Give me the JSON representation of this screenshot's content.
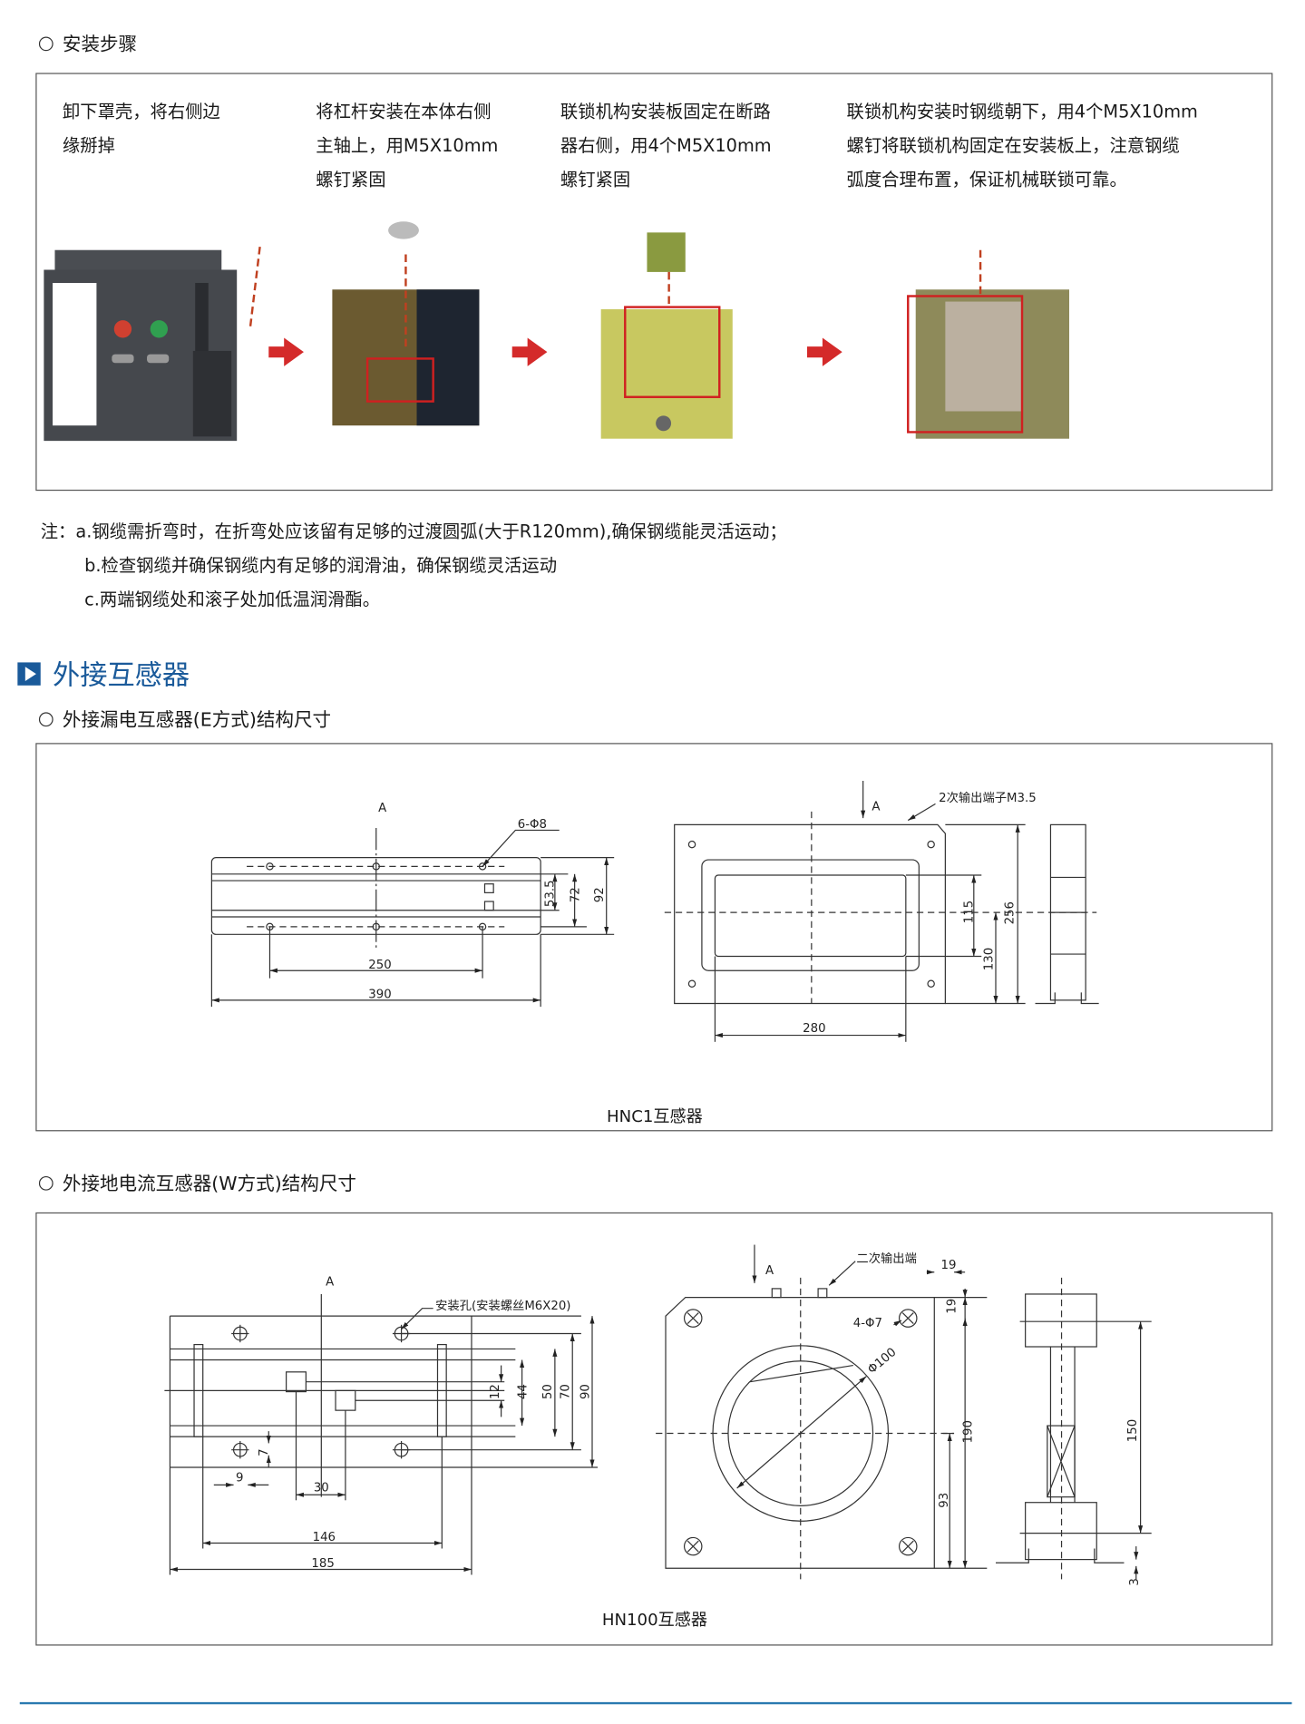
{
  "install": {
    "heading": "安装步骤",
    "steps": [
      {
        "lines": [
          "卸下罩壳，将右侧边",
          "缘掰掉"
        ]
      },
      {
        "lines": [
          "将杠杆安装在本体右侧",
          "主轴上，用M5X10mm",
          "螺钉紧固"
        ]
      },
      {
        "lines": [
          "联锁机构安装板固定在断路",
          "器右侧，用4个M5X10mm",
          "螺钉紧固"
        ]
      },
      {
        "lines": [
          "联锁机构安装时钢缆朝下，用4个M5X10mm",
          "螺钉将联锁机构固定在安装板上，注意钢缆",
          "弧度合理布置，保证机械联锁可靠。"
        ]
      }
    ],
    "notes": [
      "注：a.钢缆需折弯时，在折弯处应该留有足够的过渡圆弧(大于R120mm),确保钢缆能灵活运动；",
      "b.检查钢缆并确保钢缆内有足够的润滑油，确保钢缆灵活运动",
      "c.两端钢缆处和滚子处加低温润滑酯。"
    ]
  },
  "section": {
    "title": "外接互感器",
    "icon": "play-square-icon",
    "color": "#1a5a9a"
  },
  "hnc1": {
    "heading": "外接漏电互感器(E方式)结构尺寸",
    "caption": "HNC1互感器",
    "labels": {
      "a1": "A",
      "holes": "6-Φ8",
      "d535": "53.5",
      "d72": "72",
      "d92": "92",
      "d250": "250",
      "d390": "390",
      "a2": "A",
      "terminal": "2次输出端子M3.5",
      "d115": "115",
      "d130": "130",
      "d256": "256",
      "d280": "280"
    }
  },
  "hn100": {
    "heading": "外接地电流互感器(W方式)结构尺寸",
    "caption": "HN100互感器",
    "labels": {
      "a1": "A",
      "mount": "安装孔(安装螺丝M6X20)",
      "d12": "12",
      "d44": "44",
      "d50": "50",
      "d70": "70",
      "d90": "90",
      "d7": "7",
      "d9": "9",
      "d30": "30",
      "d146": "146",
      "d185": "185",
      "a2": "A",
      "output": "二次输出端",
      "d19a": "19",
      "d19b": "19",
      "holes": "4-Φ7",
      "phi100": "Φ100",
      "d190": "190",
      "d93": "93",
      "d150": "150",
      "d3": "3"
    }
  },
  "colors": {
    "accent": "#1a5a9a",
    "arrow": "#d42a2a",
    "footer_line": "#2a7ab0"
  }
}
